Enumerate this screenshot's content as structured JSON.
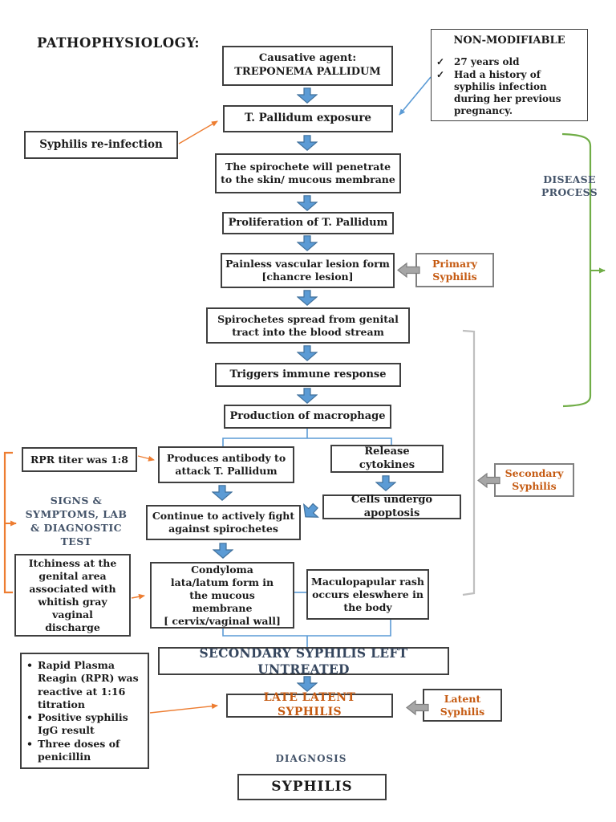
{
  "page": {
    "title": "PATHOPHYSIOLOGY:"
  },
  "colors": {
    "flow_arrow_blue": "#5b9bd5",
    "flow_arrow_blue_border": "#41719c",
    "accent_orange_text": "#c55a11",
    "arrow_orange": "#ed7d31",
    "heading_slate": "#44546a",
    "bracket_green": "#70ad47",
    "bracket_gray": "#bfbfbf",
    "block_arrow_gray": "#a6a6a6",
    "box_border": "#3f3f3f"
  },
  "icons": {
    "check": "✓",
    "bullet": "•"
  },
  "flow": {
    "causative": {
      "line1": "Causative agent:",
      "line2": "TREPONEMA PALLIDUM"
    },
    "exposure": "T. Pallidum exposure",
    "penetrate": "The spirochete will penetrate to the skin/ mucous membrane",
    "proliferation": "Proliferation of T. Pallidum",
    "chancre": "Painless vascular lesion form [chancre lesion]",
    "spread": "Spirochetes spread from genital tract into the blood stream",
    "immune": "Triggers immune response",
    "macrophage": "Production of macrophage",
    "antibody": "Produces antibody to attack T. Pallidum",
    "cytokines": "Release cytokines",
    "apoptosis": "Cells undergo apoptosis",
    "fight": "Continue to actively fight against spirochetes",
    "condyloma": "Condyloma lata/latum form in the mucous membrane [ cervix/vaginal wall]",
    "rash": "Maculopapular rash occurs eleswhere in the body",
    "secondary_untreated": "SECONDARY SYPHILIS LEFT UNTREATED",
    "late_latent": "LATE LATENT SYPHILIS"
  },
  "side": {
    "non_modifiable": {
      "title": "NON-MODIFIABLE",
      "items": [
        "27 years old",
        "Had a history of syphilis infection during her previous pregnancy."
      ]
    },
    "reinfection": "Syphilis re-infection",
    "rpr_titer": "RPR titer was 1:8",
    "signs_heading": "SIGNS & SYMPTOMS, LAB & DIAGNOSTIC TEST",
    "itchiness": "Itchiness at the genital area associated with whitish gray vaginal discharge",
    "treatment_items": [
      "Rapid Plasma Reagin (RPR) was reactive at 1:16 titration",
      "Positive syphilis IgG result",
      "Three doses of penicillin"
    ]
  },
  "stages": {
    "primary": "Primary Syphilis",
    "secondary": "Secondary Syphilis",
    "latent": "Latent Syphilis"
  },
  "labels": {
    "disease_process": "DISEASE PROCESS",
    "diagnosis_heading": "DIAGNOSIS",
    "diagnosis_result": "SYPHILIS"
  }
}
